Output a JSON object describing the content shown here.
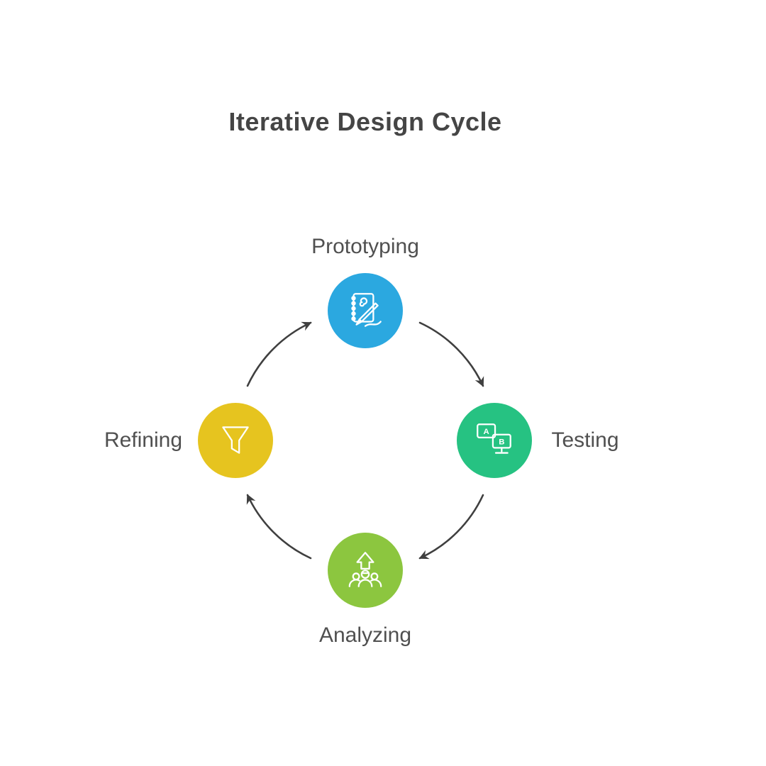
{
  "title": "Iterative Design Cycle",
  "nodes": [
    {
      "id": "prototyping",
      "label": "Prototyping",
      "color": "#2ba8e0",
      "icon": "sketch-pencil-icon"
    },
    {
      "id": "testing",
      "label": "Testing",
      "color": "#26c282",
      "icon": "ab-testing-monitors-icon",
      "icon_labels": [
        "A",
        "B"
      ]
    },
    {
      "id": "analyzing",
      "label": "Analyzing",
      "color": "#8cc63f",
      "icon": "team-growth-arrow-icon"
    },
    {
      "id": "refining",
      "label": "Refining",
      "color": "#e6c41f",
      "icon": "funnel-icon"
    }
  ],
  "arrows": [
    {
      "from": "Refining",
      "to": "Prototyping"
    },
    {
      "from": "Prototyping",
      "to": "Testing"
    },
    {
      "from": "Testing",
      "to": "Analyzing"
    },
    {
      "from": "Analyzing",
      "to": "Refining"
    }
  ],
  "colors": {
    "background": "#ffffff",
    "title": "#454545",
    "label": "#505050",
    "arrow": "#3f3f3f",
    "icon_stroke": "#ffffff"
  }
}
